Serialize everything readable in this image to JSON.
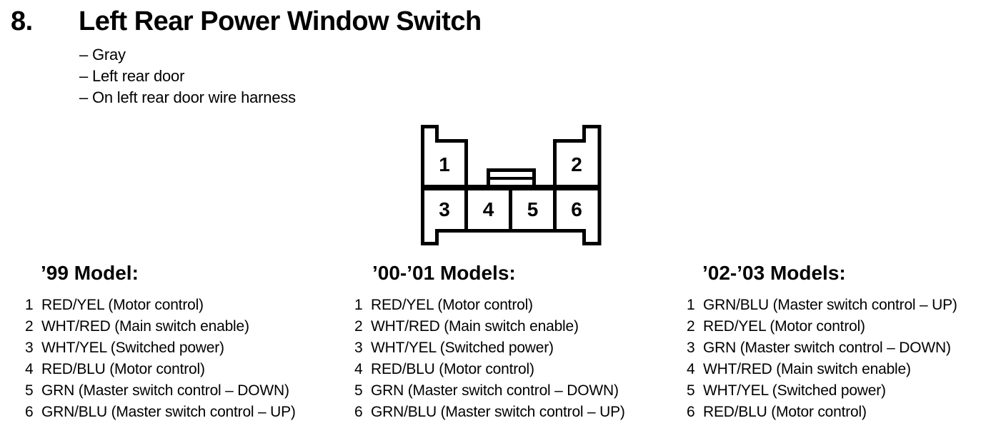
{
  "header": {
    "number": "8.",
    "title": "Left Rear Power Window Switch",
    "details": [
      "– Gray",
      "– Left rear door",
      "– On left rear door wire harness"
    ]
  },
  "connector": {
    "description": "6-pin connector, front view",
    "pins": [
      "1",
      "2",
      "3",
      "4",
      "5",
      "6"
    ]
  },
  "columns": [
    {
      "header": "’99 Model:",
      "rows": [
        {
          "pin": "1",
          "desc": "RED/YEL (Motor control)"
        },
        {
          "pin": "2",
          "desc": "WHT/RED (Main switch enable)"
        },
        {
          "pin": "3",
          "desc": "WHT/YEL (Switched power)"
        },
        {
          "pin": "4",
          "desc": "RED/BLU (Motor control)"
        },
        {
          "pin": "5",
          "desc": "GRN (Master switch control – DOWN)"
        },
        {
          "pin": "6",
          "desc": "GRN/BLU (Master switch control – UP)"
        }
      ]
    },
    {
      "header": "’00-’01 Models:",
      "rows": [
        {
          "pin": "1",
          "desc": "RED/YEL (Motor control)"
        },
        {
          "pin": "2",
          "desc": "WHT/RED (Main switch enable)"
        },
        {
          "pin": "3",
          "desc": "WHT/YEL (Switched power)"
        },
        {
          "pin": "4",
          "desc": "RED/BLU (Motor control)"
        },
        {
          "pin": "5",
          "desc": "GRN (Master switch control – DOWN)"
        },
        {
          "pin": "6",
          "desc": "GRN/BLU (Master switch control – UP)"
        }
      ]
    },
    {
      "header": "’02-’03 Models:",
      "rows": [
        {
          "pin": "1",
          "desc": "GRN/BLU (Master switch control – UP)"
        },
        {
          "pin": "2",
          "desc": "RED/YEL (Motor control)"
        },
        {
          "pin": "3",
          "desc": "GRN (Master switch control – DOWN)"
        },
        {
          "pin": "4",
          "desc": "WHT/RED (Main switch enable)"
        },
        {
          "pin": "5",
          "desc": "WHT/YEL (Switched power)"
        },
        {
          "pin": "6",
          "desc": "RED/BLU (Motor control)"
        }
      ]
    }
  ],
  "colors": {
    "ink": "#000000",
    "paper": "#ffffff"
  }
}
